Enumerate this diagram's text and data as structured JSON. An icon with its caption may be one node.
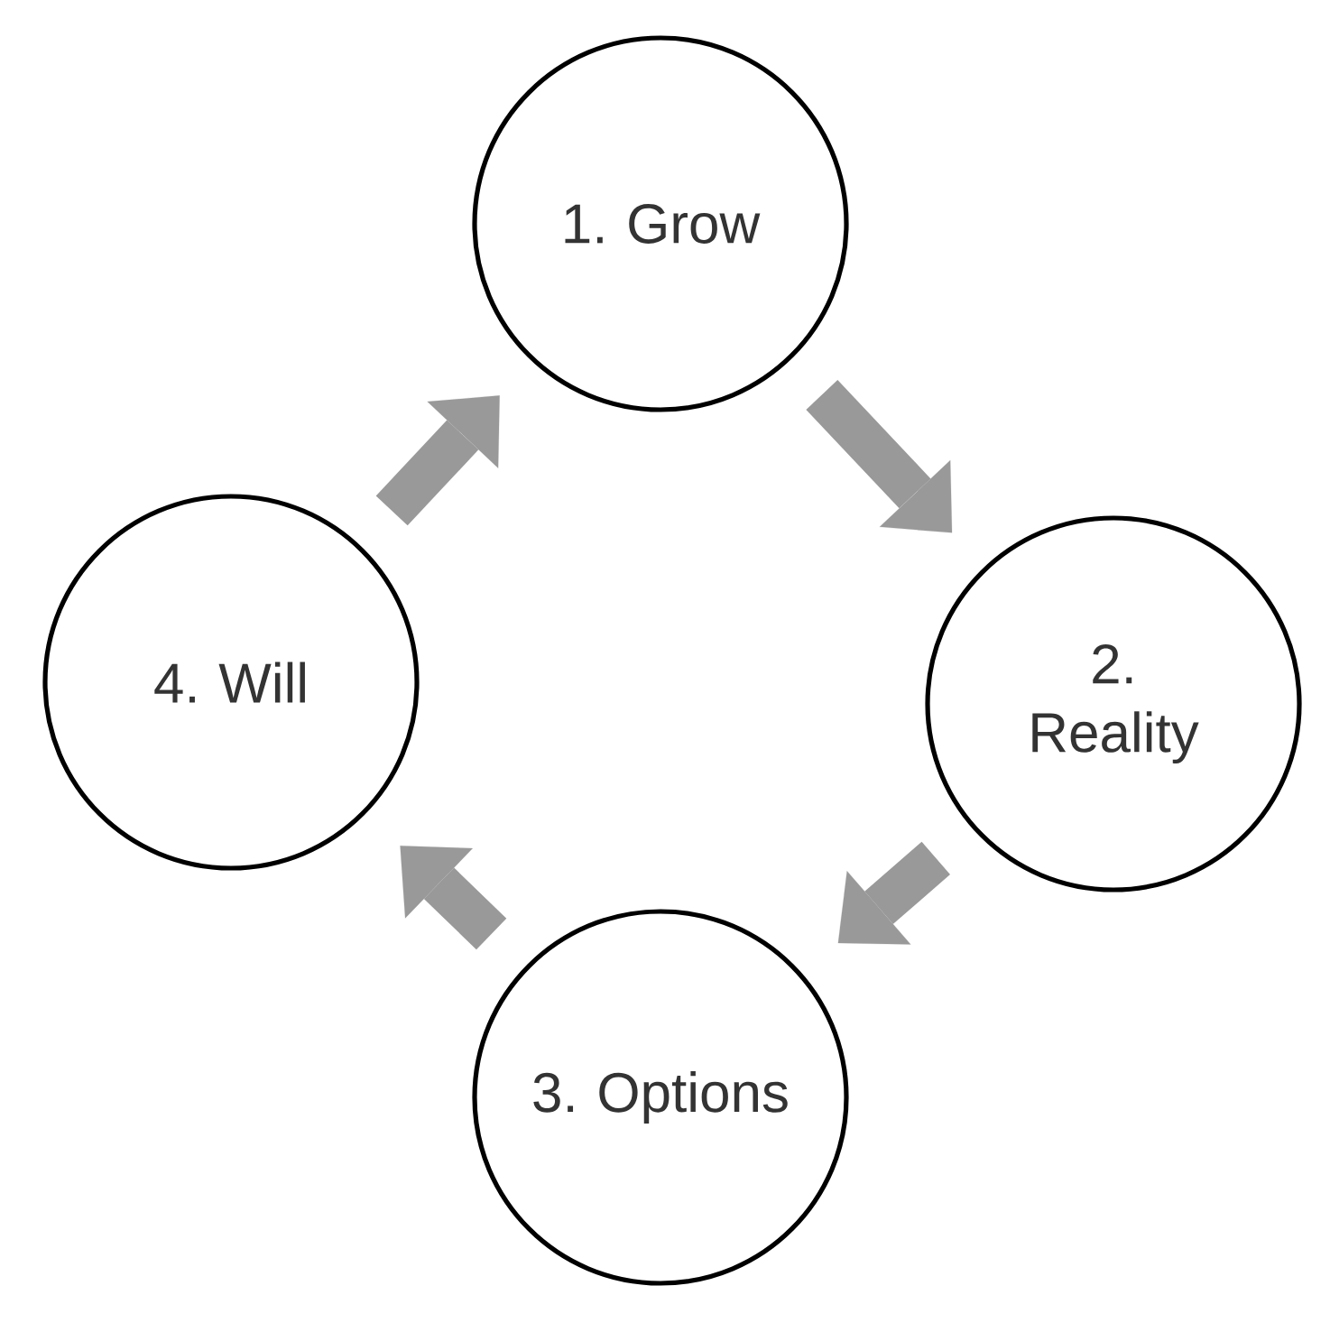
{
  "diagram": {
    "nodes": [
      {
        "text": [
          "1. Grow"
        ]
      },
      {
        "text": [
          "2. Reality"
        ]
      },
      {
        "text": [
          "3. Options"
        ]
      },
      {
        "text": [
          "4. Will"
        ]
      }
    ],
    "edges": [
      {
        "from": 0,
        "to": 1,
        "arrow": "to"
      },
      {
        "from": 1,
        "to": 2,
        "arrow": "to"
      },
      {
        "from": 2,
        "to": 3,
        "arrow": "to"
      },
      {
        "from": 3,
        "to": 0,
        "arrow": "to"
      }
    ]
  }
}
